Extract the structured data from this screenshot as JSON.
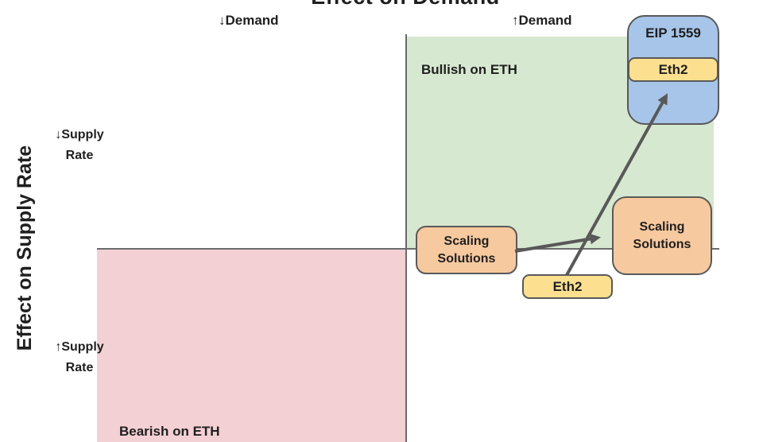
{
  "title": "Effect on Demand",
  "axis": {
    "y_label": "Effect on Supply Rate",
    "demand_down": "↓Demand",
    "demand_up": "↑Demand",
    "supply_down_line1": "↓Supply",
    "supply_down_line2": "Rate",
    "supply_up_line1": "↑Supply",
    "supply_up_line2": "Rate"
  },
  "quadrants": {
    "bullish_label": "Bullish on ETH",
    "bullish_color": "#d7e8d0",
    "bearish_label": "Bearish on ETH",
    "bearish_color": "#f3d0d4"
  },
  "nodes": {
    "eip1559": {
      "label": "EIP 1559",
      "fill": "#a6c5e8"
    },
    "eth2_top": {
      "label": "Eth2",
      "fill": "#fce08f"
    },
    "scaling_left": {
      "line1": "Scaling",
      "line2": "Solutions",
      "fill": "#f7c99e"
    },
    "scaling_right": {
      "line1": "Scaling",
      "line2": "Solutions",
      "fill": "#f7c99e"
    },
    "eth2_bottom": {
      "label": "Eth2",
      "fill": "#fce08f"
    }
  },
  "arrows": [
    {
      "from": "scaling-solutions-left",
      "to": "scaling-solutions-right"
    },
    {
      "from": "eth2-bottom",
      "to": "eth2-top-in-eip1559"
    }
  ],
  "colors": {
    "axis_line": "#6b6b6b",
    "arrow": "#595959",
    "node_border": "#595959",
    "text": "#1f1f1f"
  }
}
